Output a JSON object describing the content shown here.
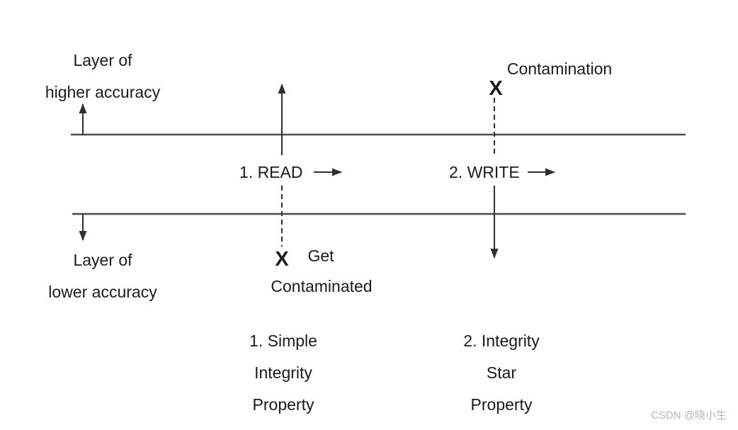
{
  "diagram": {
    "upper_layer": {
      "line1": "Layer of",
      "line2": "higher accuracy"
    },
    "lower_layer": {
      "line1": "Layer of",
      "line2": "lower accuracy"
    },
    "read": {
      "label": "1. READ"
    },
    "write": {
      "label": "2. WRITE"
    },
    "contamination": {
      "x_mark": "X",
      "label": "Contamination"
    },
    "contaminated": {
      "x_mark": "X",
      "line1": "Get",
      "line2": "Contaminated"
    },
    "property1": {
      "line1": "1. Simple",
      "line2": "Integrity",
      "line3": "Property"
    },
    "property2": {
      "line1": "2. Integrity",
      "line2": "Star",
      "line3": "Property"
    },
    "colors": {
      "line": "#4d4d4d",
      "arrow": "#2f2f2f",
      "text": "#1b1b1b",
      "watermark": "#b5b6ba"
    }
  },
  "watermark": {
    "text": "CSDN @晓小生"
  }
}
